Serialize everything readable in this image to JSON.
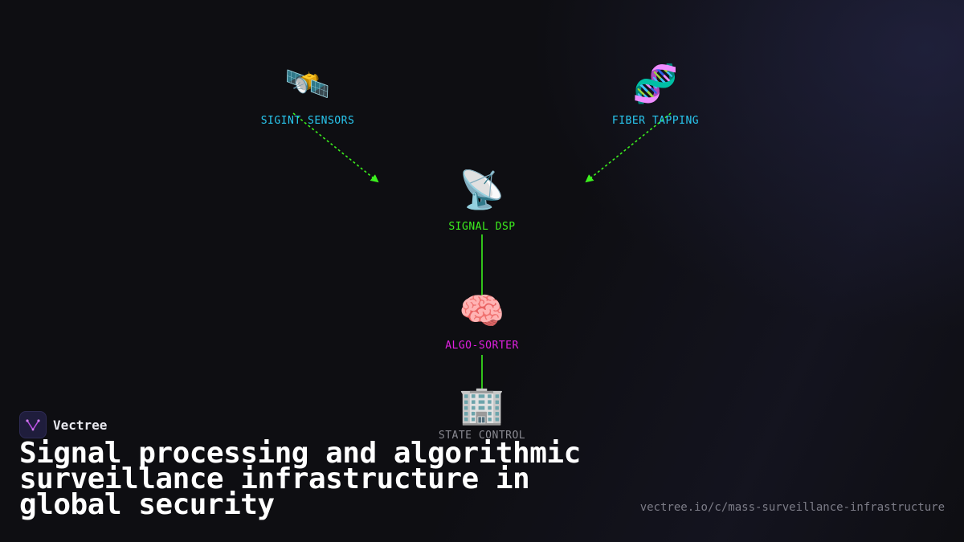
{
  "brand": {
    "name": "Vectree"
  },
  "headline": "Signal processing and algorithmic surveillance infrastructure in global security",
  "url": "vectree.io/c/mass-surveillance-infrastructure",
  "colors": {
    "background": "#0e0e12",
    "edge": "#3cf01e",
    "label_cyan": "#29c8f0",
    "label_green": "#3cf01e",
    "label_magenta": "#e020e0",
    "label_gray": "#8a8a92",
    "brand_accent": "#b84ee0"
  },
  "diagram": {
    "nodes": [
      {
        "id": "sigint",
        "icon": "🛰️",
        "icon_name": "satellite-icon",
        "label": "SIGINT SENSORS",
        "color": "#29c8f0"
      },
      {
        "id": "fiber",
        "icon": "🧬",
        "icon_name": "dna-icon",
        "label": "FIBER TAPPING",
        "color": "#29c8f0"
      },
      {
        "id": "dsp",
        "icon": "📡",
        "icon_name": "satellite-dish-icon",
        "label": "SIGNAL DSP",
        "color": "#3cf01e"
      },
      {
        "id": "algo",
        "icon": "🧠",
        "icon_name": "brain-icon",
        "label": "ALGO-SORTER",
        "color": "#e020e0"
      },
      {
        "id": "state",
        "icon": "🏢",
        "icon_name": "office-building-icon",
        "label": "STATE CONTROL",
        "color": "#8a8a92"
      }
    ],
    "edges": [
      {
        "from": "sigint",
        "to": "dsp",
        "style": "dashed",
        "arrow": true
      },
      {
        "from": "fiber",
        "to": "dsp",
        "style": "dashed",
        "arrow": true
      },
      {
        "from": "dsp",
        "to": "algo",
        "style": "solid",
        "arrow": false
      },
      {
        "from": "algo",
        "to": "state",
        "style": "solid",
        "arrow": false
      }
    ]
  }
}
